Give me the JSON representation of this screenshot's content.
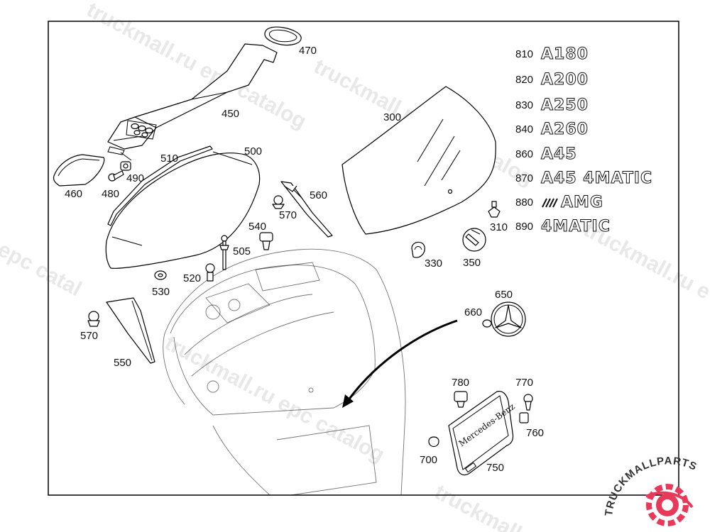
{
  "callouts": {
    "c470": "470",
    "c450": "450",
    "c460": "460",
    "c480": "480",
    "c490": "490",
    "c510": "510",
    "c500": "500",
    "c560": "560",
    "c570a": "570",
    "c540": "540",
    "c505": "505",
    "c520": "520",
    "c530": "530",
    "c570b": "570",
    "c550": "550",
    "c300": "300",
    "c310": "310",
    "c330": "330",
    "c350": "350",
    "c650": "650",
    "c660": "660",
    "c780": "780",
    "c770": "770",
    "c760": "760",
    "c700": "700",
    "c750": "750"
  },
  "variants": [
    {
      "num": "810",
      "badge": "A180"
    },
    {
      "num": "820",
      "badge": "A200"
    },
    {
      "num": "830",
      "badge": "A250"
    },
    {
      "num": "840",
      "badge": "A260"
    },
    {
      "num": "860",
      "badge": "A45"
    },
    {
      "num": "870",
      "badge": "A45 4MATIC"
    },
    {
      "num": "880",
      "badge": "AMG"
    },
    {
      "num": "890",
      "badge": "4MATIC"
    }
  ],
  "plate_text": "Mercedes-Benz",
  "watermark": {
    "text_a": "truckmall.ru epc catalog",
    "text_b": "truckmall.ru epc catalog",
    "text_c": "l epc catal",
    "text_d": "truckmall.ru e",
    "text_e": "truckmall.ru",
    "logo_text": "TRUCKMALLPARTS"
  },
  "colors": {
    "line": "#000000",
    "watermark": "#bfbfbf",
    "logo_accent": "#e8395a"
  }
}
